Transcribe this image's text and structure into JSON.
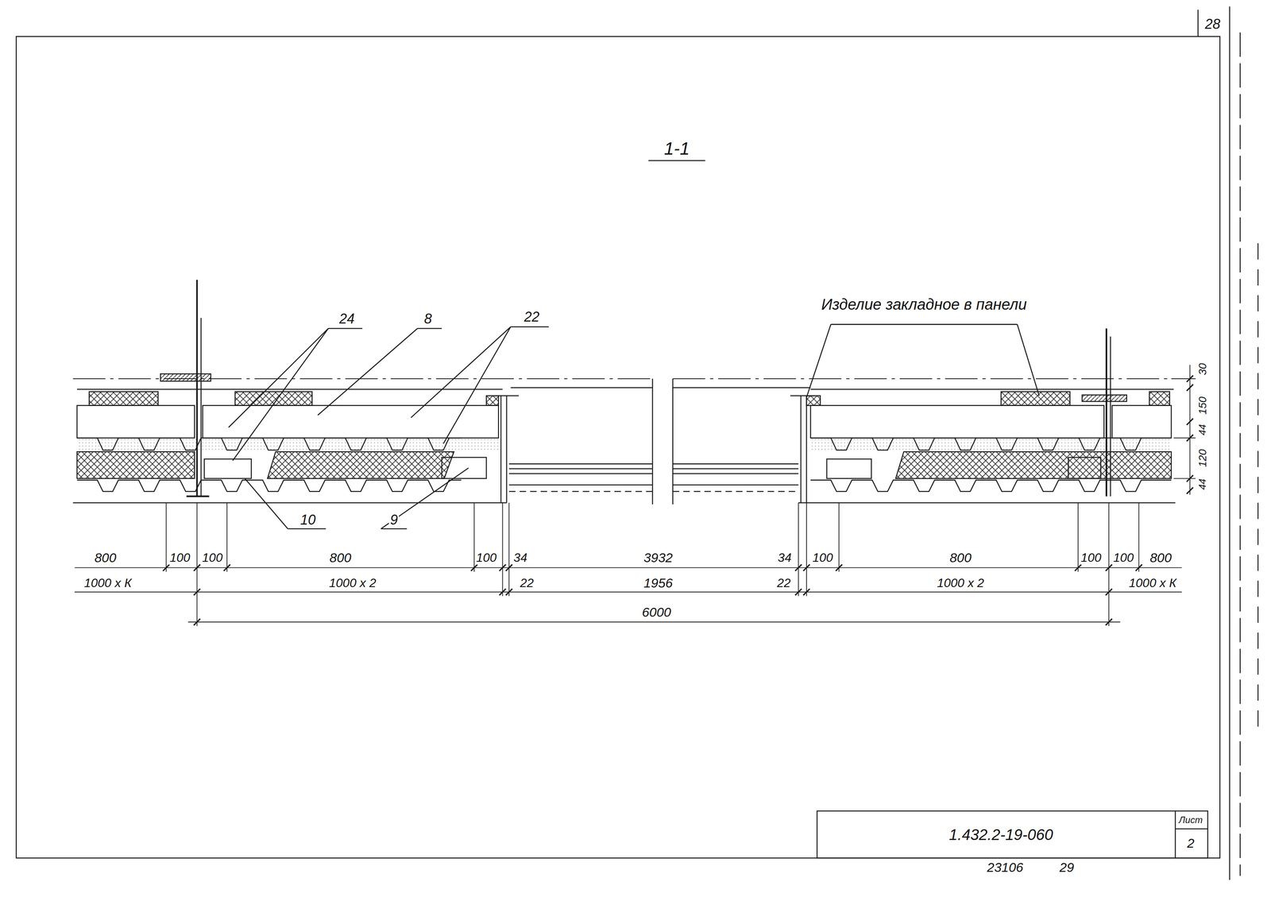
{
  "diagram": {
    "title": "1-1",
    "labels": [
      "28",
      "24",
      "8",
      "22",
      "Изделие закладное в панели",
      "10",
      "9",
      "30",
      "150",
      "44",
      "120",
      "44",
      "800",
      "100",
      "100",
      "800",
      "100",
      "34",
      "3932",
      "34",
      "100",
      "800",
      "100",
      "100",
      "800",
      "1000 x К",
      "1000 x 2",
      "22",
      "1956",
      "22",
      "1000 x 2",
      "1000 x К",
      "6000",
      "1.432.2-19-060",
      "Лист",
      "2",
      "23106",
      "29"
    ]
  }
}
